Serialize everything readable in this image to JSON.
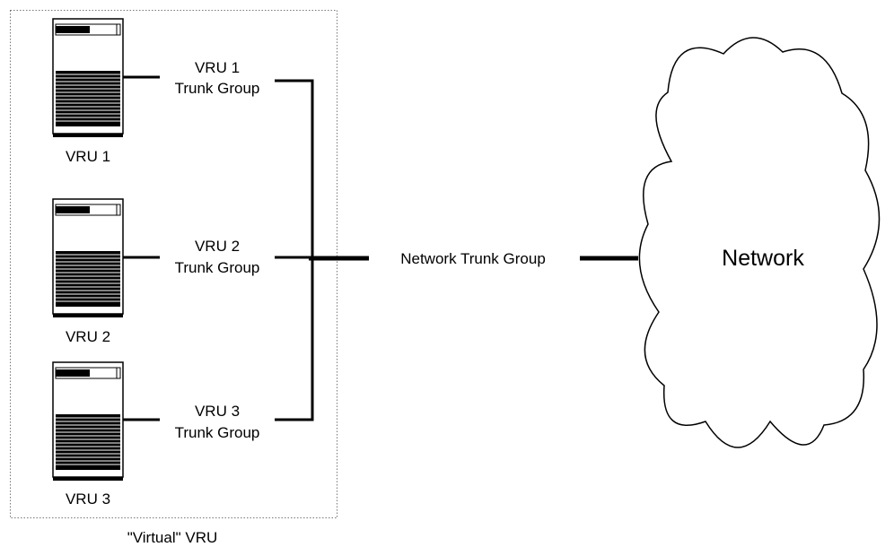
{
  "diagram": {
    "group_label": "\"Virtual\" VRU",
    "units": [
      {
        "label": "VRU 1",
        "trunk_line1": "VRU 1",
        "trunk_line2": "Trunk Group"
      },
      {
        "label": "VRU 2",
        "trunk_line1": "VRU 2",
        "trunk_line2": "Trunk Group"
      },
      {
        "label": "VRU 3",
        "trunk_line1": "VRU 3",
        "trunk_line2": "Trunk Group"
      }
    ],
    "network_trunk_label": "Network Trunk Group",
    "network_label": "Network"
  }
}
